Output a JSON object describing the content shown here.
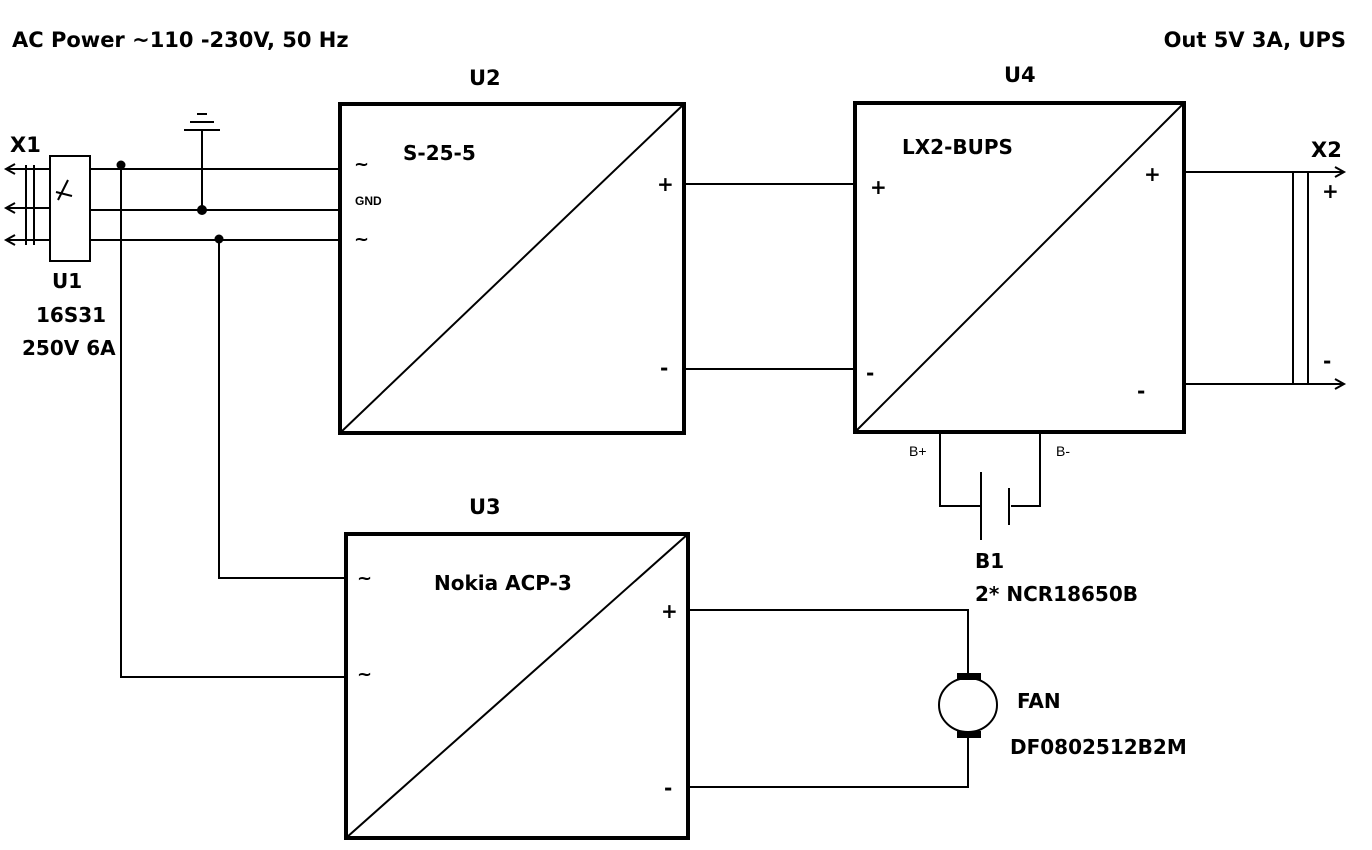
{
  "header": {
    "input_label": "AC Power ~110 -230V, 50 Hz",
    "output_label": "Out 5V 3A, UPS"
  },
  "connectors": {
    "x1": "X1",
    "x2": "X2",
    "x2_plus": "+",
    "x2_minus": "-"
  },
  "u1": {
    "ref": "U1",
    "part": "16S31",
    "rating": "250V 6A"
  },
  "u2": {
    "ref": "U2",
    "part": "S-25-5",
    "pin_ac1": "~",
    "pin_gnd": "GND",
    "pin_ac2": "~",
    "pin_plus": "+",
    "pin_minus": "-"
  },
  "u3": {
    "ref": "U3",
    "part": "Nokia ACP-3",
    "pin_ac1": "~",
    "pin_ac2": "~",
    "pin_plus": "+",
    "pin_minus": "-"
  },
  "u4": {
    "ref": "U4",
    "part": "LX2-BUPS",
    "in_plus": "+",
    "in_minus": "-",
    "out_plus": "+",
    "out_minus": "-",
    "bat_plus": "B+",
    "bat_minus": "B-"
  },
  "b1": {
    "ref": "B1",
    "part": "2* NCR18650B"
  },
  "fan": {
    "ref": "FAN",
    "part": "DF0802512B2M"
  }
}
